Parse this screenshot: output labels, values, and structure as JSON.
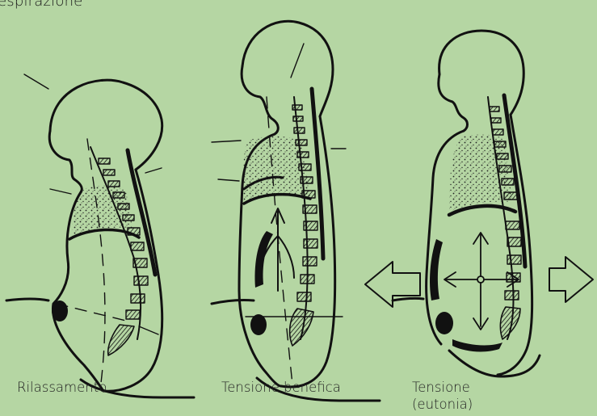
{
  "title": "espirazione",
  "panels": [
    {
      "caption": "Rilassamento"
    },
    {
      "caption": "Tensione benefica"
    },
    {
      "caption_line1": "Tensione",
      "caption_line2": "(eutonia)"
    }
  ],
  "colors": {
    "background": "#b5d6a3",
    "ink": "#111111"
  }
}
